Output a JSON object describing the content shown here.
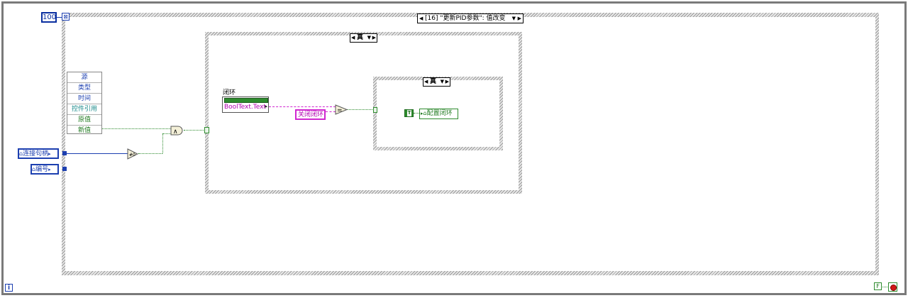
{
  "window": {
    "border_color": "#7a7a7a"
  },
  "loop": {
    "count_label": "100",
    "iteration_label": "i",
    "stop_const": "F"
  },
  "event_structure": {
    "selector": "[16] \"更新PID参数\": 值改变",
    "event_data_items": [
      "源",
      "类型",
      "时间",
      "控件引用",
      "原值",
      "新值"
    ],
    "event_data_colors": [
      "#1c3fb0",
      "#1c3fb0",
      "#1c3fb0",
      "#1a8a8a",
      "#1f7a1f",
      "#1f7a1f"
    ]
  },
  "terminals": {
    "connect_handle": "连接句柄",
    "number": "编号"
  },
  "case_outer": {
    "selector": "真"
  },
  "case_inner": {
    "selector": "真"
  },
  "property_node": {
    "title": "闭环",
    "property": "BoolText.Text"
  },
  "string_const": "关闭闭环",
  "compare_symbol": "=",
  "and_symbol": "∧",
  "bool_true_const": "T",
  "set_closed_loop": "配置闭环",
  "colors": {
    "blue": "#1c3fb0",
    "green": "#2e8b2e",
    "pink": "#d026d0"
  }
}
